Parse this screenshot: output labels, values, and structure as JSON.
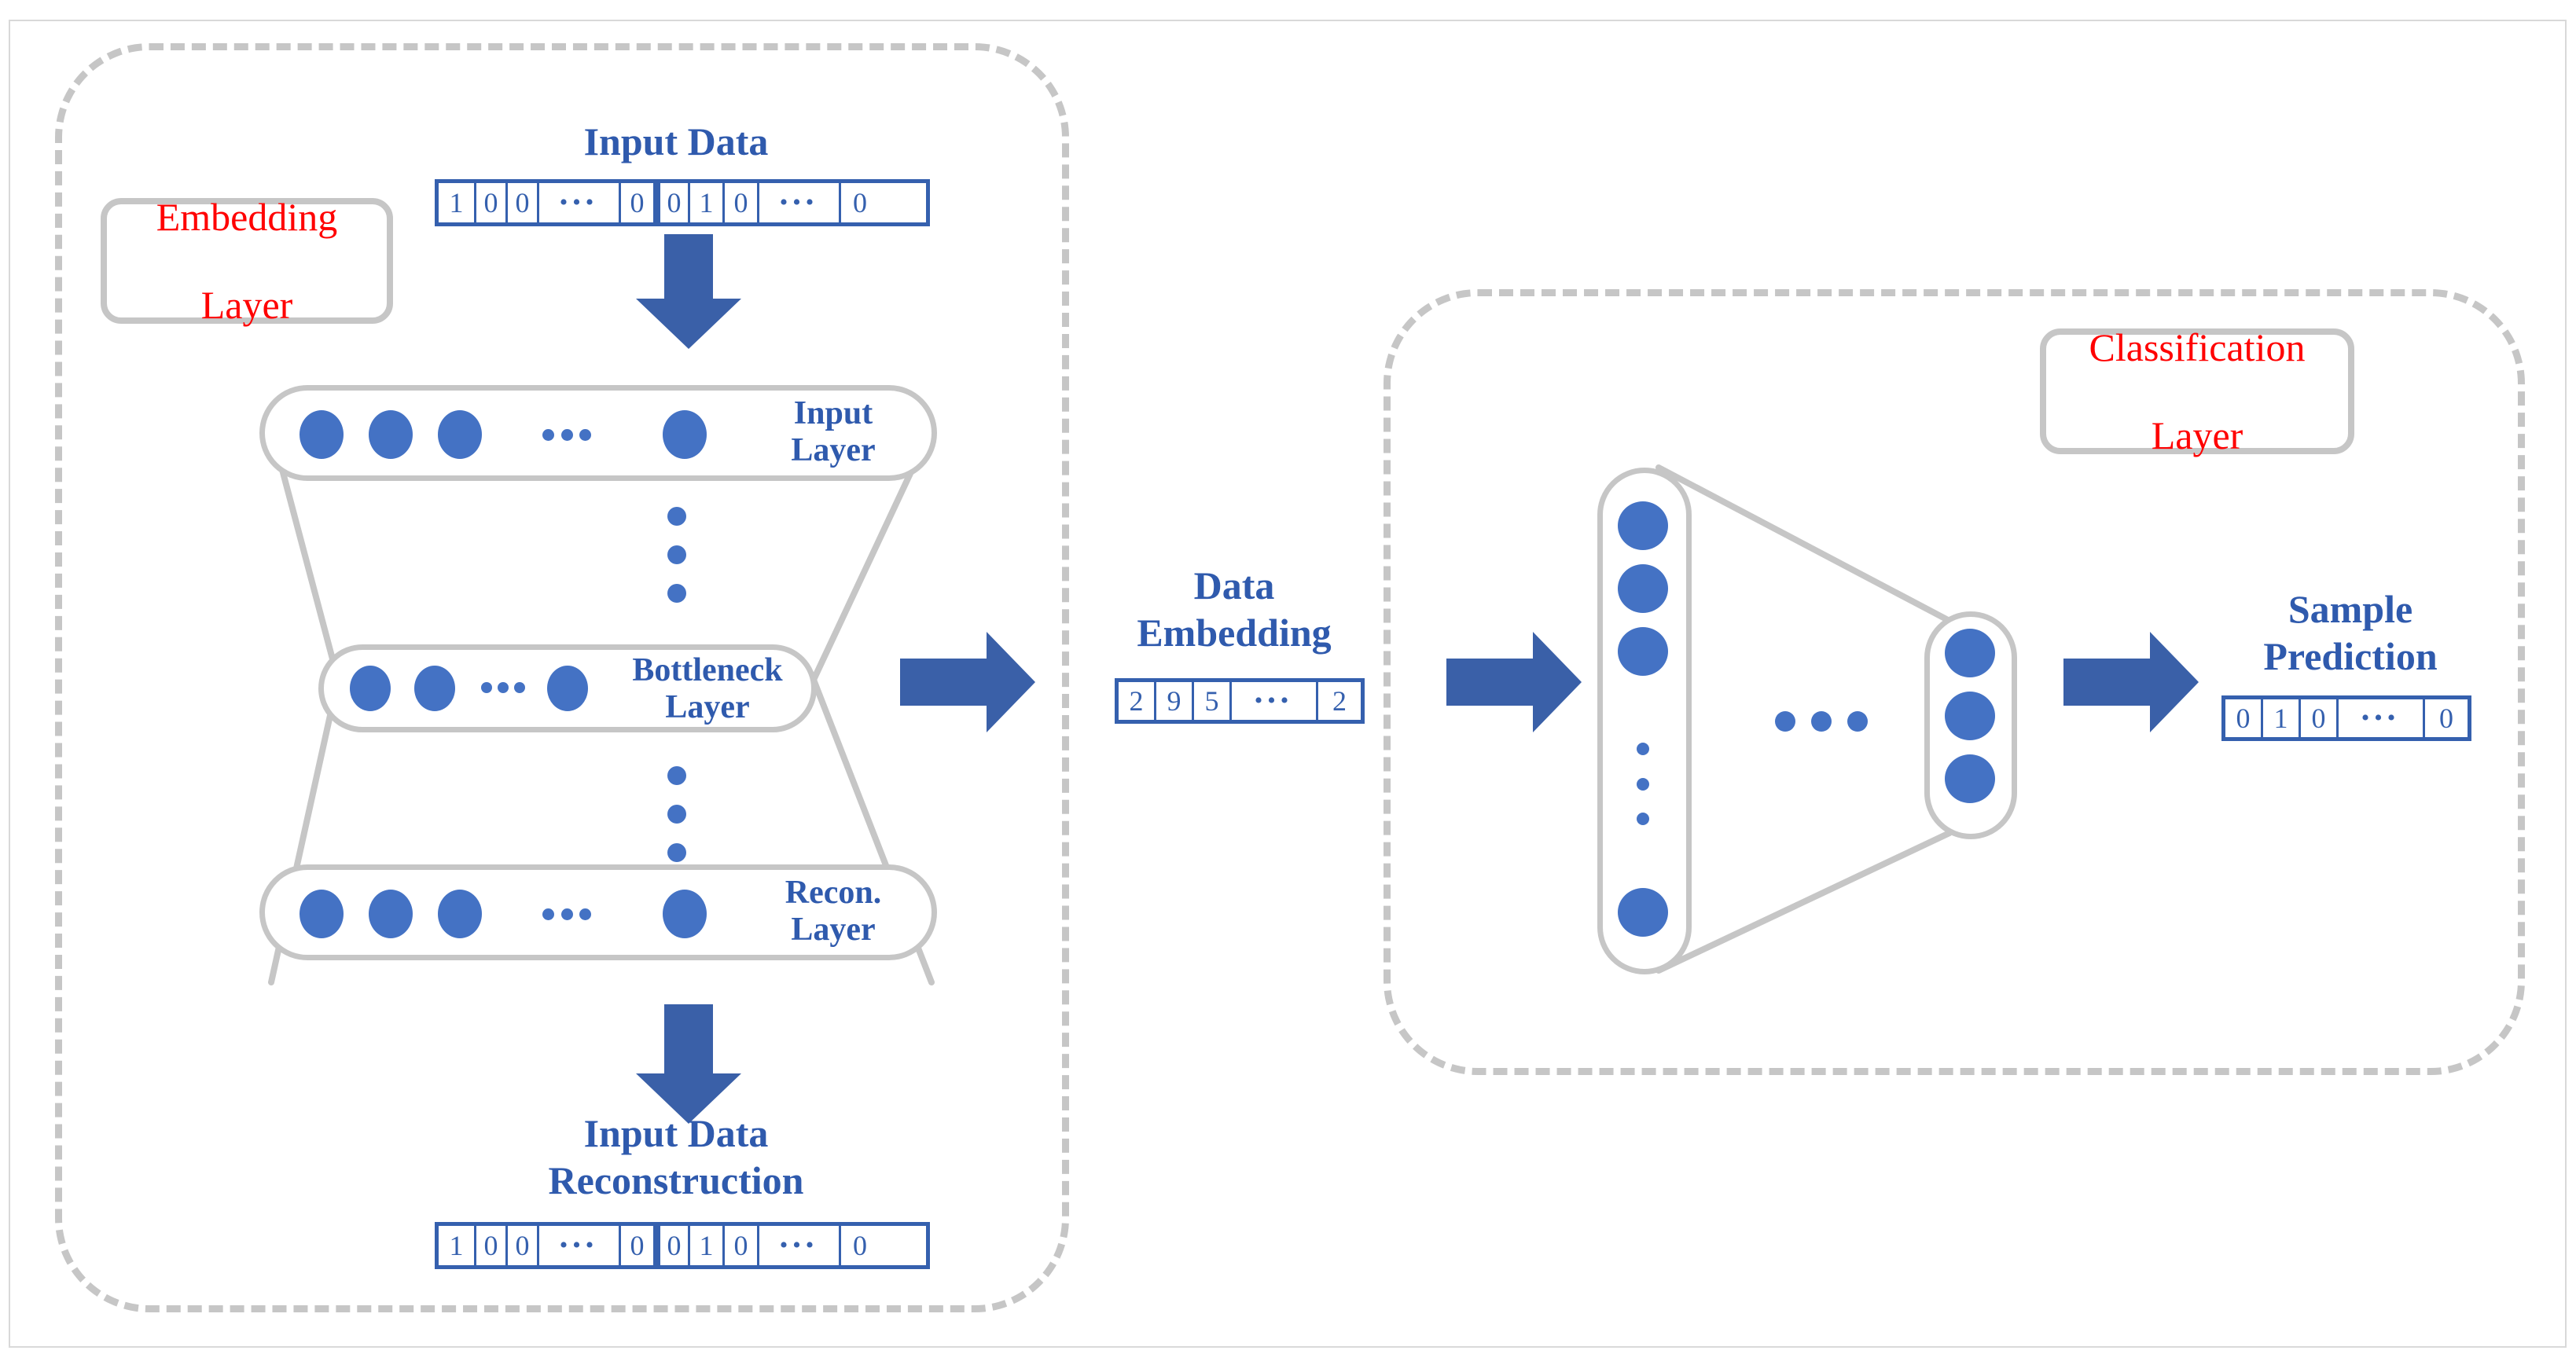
{
  "diagram": {
    "title": "Embedding and Classification Layer Architecture",
    "colors": {
      "node_blue": "#4472c4",
      "arrow_blue": "#3a60a8",
      "text_blue": "#2f5aad",
      "vector_border_blue": "#3560ae",
      "chip_red": "#ff0000",
      "outline_gray": "#c6c6c6"
    }
  },
  "embedding_group": {
    "chip_label_line1": "Embedding",
    "chip_label_line2": "Layer",
    "input_data": {
      "title": "Input Data",
      "cells": [
        "1",
        "0",
        "0",
        "•••",
        "0",
        "0",
        "1",
        "0",
        "•••",
        "0"
      ]
    },
    "input_layer": {
      "label_line1": "Input",
      "label_line2": "Layer",
      "node_count": 3,
      "ellipsis": "···",
      "trailing_node_count": 1
    },
    "bottleneck_layer": {
      "label_line1": "Bottleneck",
      "label_line2": "Layer",
      "node_count": 2,
      "ellipsis": "···",
      "trailing_node_count": 1
    },
    "recon_layer": {
      "label_line1": "Recon.",
      "label_line2": "Layer",
      "node_count": 3,
      "ellipsis": "···",
      "trailing_node_count": 1
    },
    "reconstruction": {
      "title_line1": "Input Data",
      "title_line2": "Reconstruction",
      "cells": [
        "1",
        "0",
        "0",
        "•••",
        "0",
        "0",
        "1",
        "0",
        "•••",
        "0"
      ]
    }
  },
  "data_embedding": {
    "title_line1": "Data",
    "title_line2": "Embedding",
    "cells": [
      "2",
      "9",
      "5",
      "•••",
      "2"
    ]
  },
  "classification_group": {
    "chip_label_line1": "Classification",
    "chip_label_line2": "Layer",
    "hidden_layer": {
      "top_node_count": 3,
      "vertical_ellipsis": "⋮",
      "bottom_node_count": 1
    },
    "middle_ellipsis": "• • •",
    "output_layer": {
      "node_count": 3
    },
    "sample_prediction": {
      "title_line1": "Sample",
      "title_line2": "Prediction",
      "cells": [
        "0",
        "1",
        "0",
        "•••",
        "0"
      ]
    }
  }
}
